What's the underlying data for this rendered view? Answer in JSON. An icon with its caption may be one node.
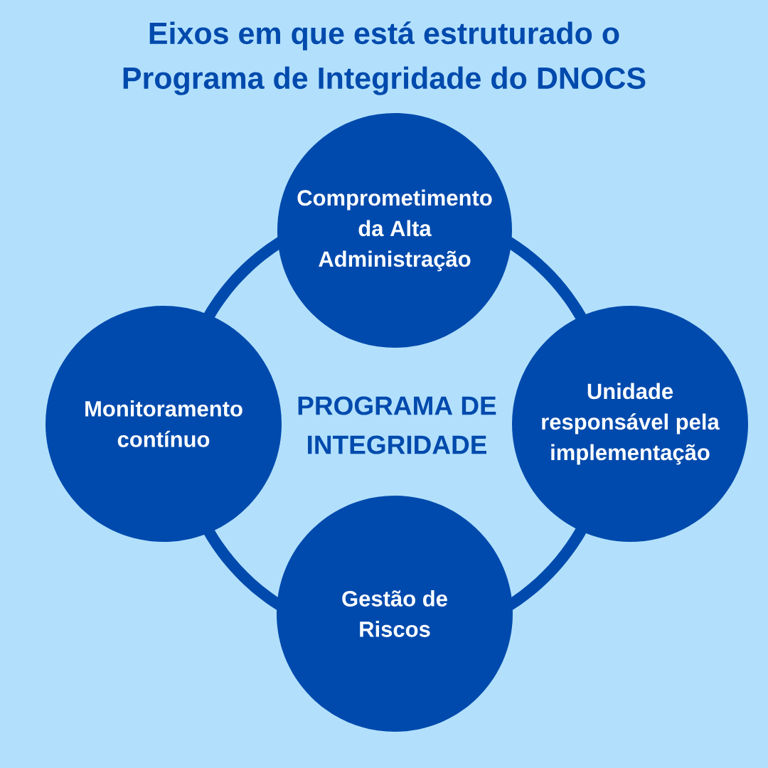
{
  "diagram": {
    "title": "Eixos em que está estruturado o Programa de Integridade do DNOCS",
    "nodes": [
      {
        "text": [
          "Comprometimento da Alta Administração"
        ]
      },
      {
        "text": [
          "Monitoramento contínuo"
        ]
      },
      {
        "text": [
          "Unidade responsável pela implementação"
        ]
      },
      {
        "text": [
          "Gestão de Riscos"
        ]
      }
    ],
    "edges": [
      {
        "from": 0,
        "to": 2,
        "arrow": "none"
      },
      {
        "from": 2,
        "to": 3,
        "arrow": "none"
      },
      {
        "from": 3,
        "to": 1,
        "arrow": "none"
      },
      {
        "from": 1,
        "to": 0,
        "arrow": "none"
      }
    ],
    "labels": [
      "PROGRAMA DE INTEGRIDADE"
    ]
  }
}
